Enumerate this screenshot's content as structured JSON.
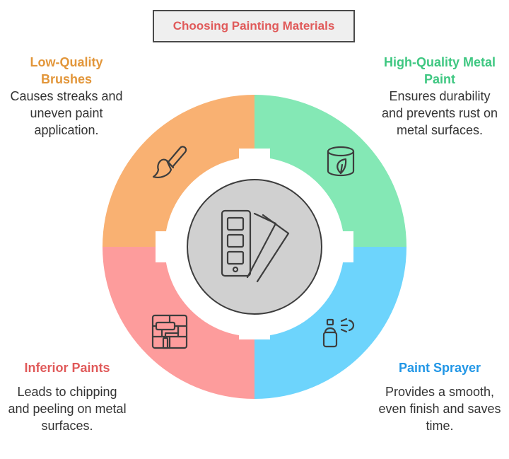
{
  "title": "Choosing Painting Materials",
  "center": {
    "icon": "color-swatch-icon"
  },
  "quadrants": {
    "top_left": {
      "heading": "Low-Quality Brushes",
      "description": "Causes streaks and uneven paint application.",
      "icon": "paint-brush-icon",
      "color": "#f9b172"
    },
    "top_right": {
      "heading": "High-Quality Metal Paint",
      "description": "Ensures durability and prevents rust on metal surfaces.",
      "icon": "paint-can-icon",
      "color": "#84e8b5"
    },
    "bottom_left": {
      "heading": "Inferior Paints",
      "description": "Leads to chipping and peeling on metal surfaces.",
      "icon": "paint-roller-wall-icon",
      "color": "#fd9c9c"
    },
    "bottom_right": {
      "heading": "Paint Sprayer",
      "description": "Provides a smooth, even finish and saves time.",
      "icon": "spray-can-icon",
      "color": "#6dd4fc"
    }
  },
  "colors": {
    "title": "#e05a5a",
    "title_border": "#4a4a4a",
    "title_bg": "#efefef",
    "center_fill": "#d0d0d0",
    "icon_stroke": "#3d3d3d"
  }
}
